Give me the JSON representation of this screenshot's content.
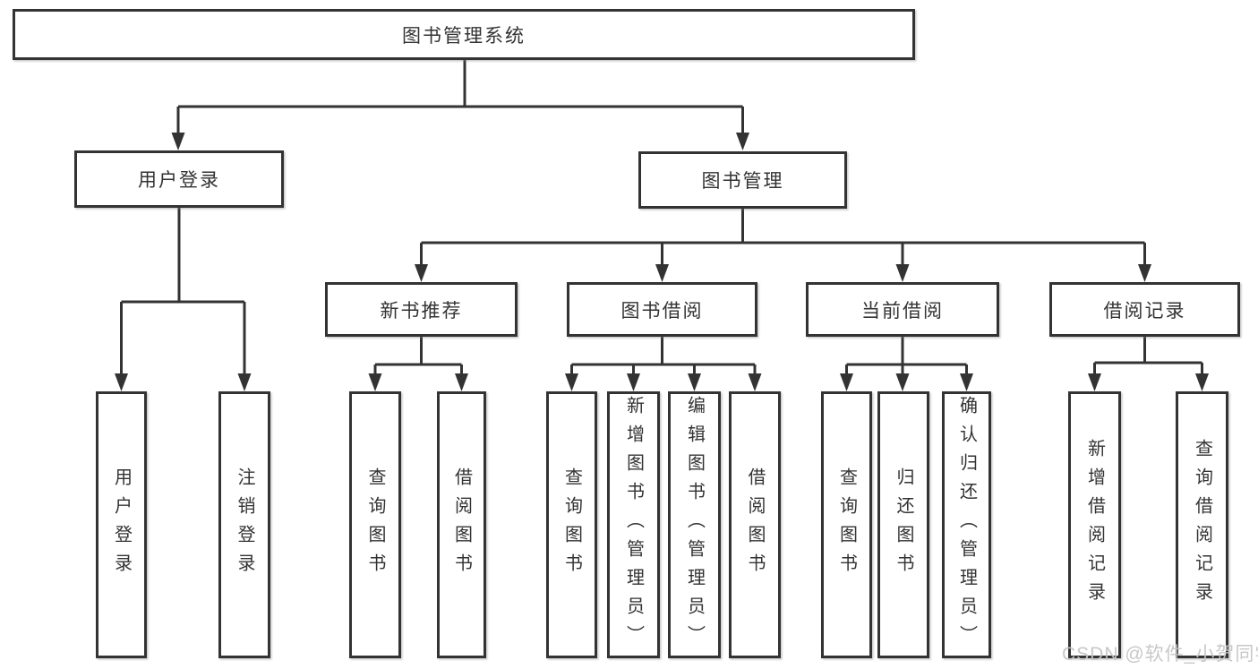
{
  "diagram": {
    "root": "图书管理系统",
    "branches": {
      "user_login": {
        "label": "用户登录",
        "children": {
          "login": "用户登录",
          "logout": "注销登录"
        }
      },
      "book_management": {
        "label": "图书管理",
        "sections": {
          "new_book_recommend": {
            "label": "新书推荐",
            "children": {
              "query_books": "查询图书",
              "borrow_books": "借阅图书"
            }
          },
          "book_borrowing": {
            "label": "图书借阅",
            "children": {
              "query_books": "查询图书",
              "add_books": "新增图书（管理员）",
              "edit_books": "编辑图书（管理员）",
              "borrow_books": "借阅图书"
            }
          },
          "current_borrowing": {
            "label": "当前借阅",
            "children": {
              "query_books": "查询图书",
              "return_books": "归还图书",
              "confirm_return": "确认归还（管理员）"
            }
          },
          "borrowing_records": {
            "label": "借阅记录",
            "children": {
              "add_record": "新增借阅记录",
              "query_record": "查询借阅记录"
            }
          }
        }
      }
    }
  },
  "watermark": {
    "text": "CSDN @软件_小贺同学"
  },
  "colors": {
    "line": "#333333",
    "text": "#333333",
    "background": "#ffffff",
    "watermark": "#c5c5c5"
  }
}
